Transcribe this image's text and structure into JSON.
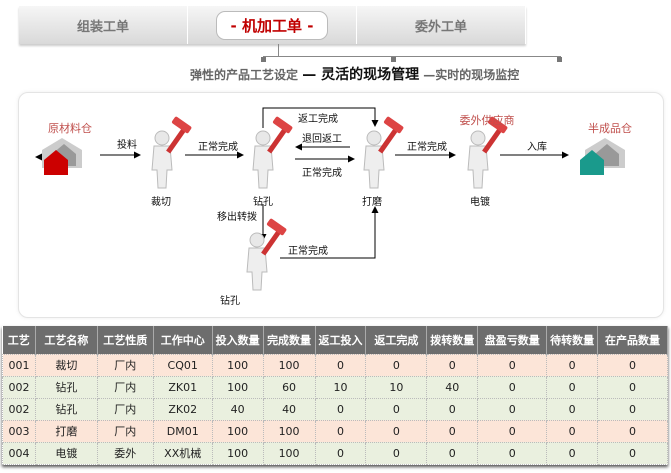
{
  "tabs": [
    "组装工单",
    "- 机加工单 -",
    "委外工单"
  ],
  "subtitle": {
    "left": "弹性的产品工艺设定",
    "center": "— 灵活的现场管理",
    "right": "—实时的现场监控"
  },
  "diagram": {
    "raw_store": "原材料仓",
    "feed": "投料",
    "cut": "裁切",
    "done1": "正常完成",
    "drill": "钻孔",
    "rework_done": "返工完成",
    "return_rework": "退回返工",
    "done2": "正常完成",
    "grind": "打磨",
    "done3": "正常完成",
    "supplier": "委外供应商",
    "plating": "电镀",
    "store_in": "入库",
    "semi_store": "半成品仓",
    "transfer_out": "移出转拨",
    "drill2": "钻孔",
    "done4": "正常完成"
  },
  "table": {
    "headers": [
      "工艺",
      "工艺名称",
      "工艺性质",
      "工作中心",
      "投入数量",
      "完成数量",
      "返工投入",
      "返工完成",
      "拨转数量",
      "盘盈亏数量",
      "待转数量",
      "在产品数量"
    ],
    "rows": [
      [
        "001",
        "裁切",
        "厂内",
        "CQ01",
        "100",
        "100",
        "0",
        "0",
        "0",
        "0",
        "0",
        "0"
      ],
      [
        "002",
        "钻孔",
        "厂内",
        "ZK01",
        "100",
        "60",
        "10",
        "10",
        "40",
        "0",
        "0",
        "0"
      ],
      [
        "002",
        "钻孔",
        "厂内",
        "ZK02",
        "40",
        "40",
        "0",
        "0",
        "0",
        "0",
        "0",
        "0"
      ],
      [
        "003",
        "打磨",
        "厂内",
        "DM01",
        "100",
        "100",
        "0",
        "0",
        "0",
        "0",
        "0",
        "0"
      ],
      [
        "004",
        "电镀",
        "委外",
        "XX机械",
        "100",
        "100",
        "0",
        "0",
        "0",
        "0",
        "0",
        "0"
      ]
    ]
  }
}
